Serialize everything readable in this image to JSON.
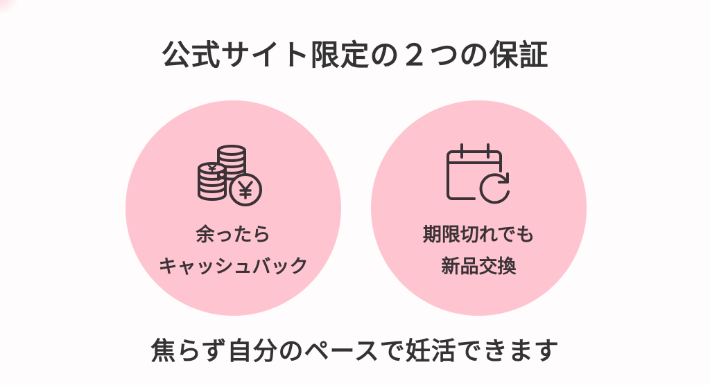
{
  "title": "公式サイト限定の２つの保証",
  "guarantees": [
    {
      "icon": "yen-coins-icon",
      "line1": "余ったら",
      "line2": "キャッシュバック"
    },
    {
      "icon": "calendar-refresh-icon",
      "line1": "期限切れでも",
      "line2": "新品交換"
    }
  ],
  "footer": "焦らず自分のペースで妊活できます",
  "colors": {
    "background": "#fefcfc",
    "circle": "#fec4d0",
    "text": "#333333",
    "icon_stroke": "#3a3236"
  }
}
